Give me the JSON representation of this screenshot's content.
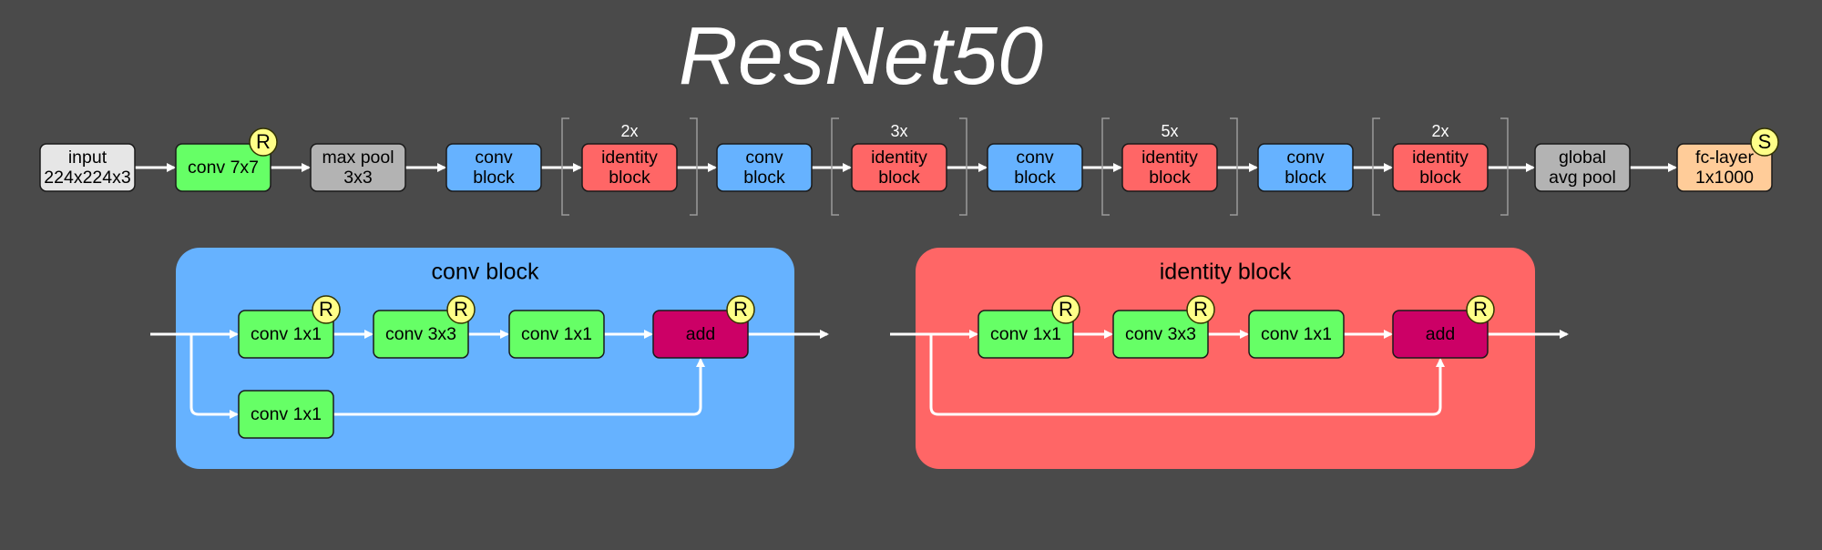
{
  "title": "ResNet50",
  "colors": {
    "background": "#4a4a4a",
    "input": "#e6e6e6",
    "conv": "#66ff66",
    "pool": "#b3b3b3",
    "conv_block": "#66b2ff",
    "identity_block": "#ff6666",
    "fc_layer": "#ffcc99",
    "add": "#cc0066",
    "badge": "#ffff88"
  },
  "main_pipeline": {
    "nodes": [
      {
        "id": "input",
        "lines": [
          "input",
          "224x224x3"
        ],
        "color": "input"
      },
      {
        "id": "conv7x7",
        "lines": [
          "conv 7x7"
        ],
        "color": "conv",
        "badge": "R"
      },
      {
        "id": "maxpool",
        "lines": [
          "max pool",
          "3x3"
        ],
        "color": "pool"
      },
      {
        "id": "convblock1",
        "lines": [
          "conv",
          "block"
        ],
        "color": "conv_block"
      },
      {
        "id": "idblock1",
        "lines": [
          "identity",
          "block"
        ],
        "color": "identity_block",
        "repeat": "2x"
      },
      {
        "id": "convblock2",
        "lines": [
          "conv",
          "block"
        ],
        "color": "conv_block"
      },
      {
        "id": "idblock2",
        "lines": [
          "identity",
          "block"
        ],
        "color": "identity_block",
        "repeat": "3x"
      },
      {
        "id": "convblock3",
        "lines": [
          "conv",
          "block"
        ],
        "color": "conv_block"
      },
      {
        "id": "idblock3",
        "lines": [
          "identity",
          "block"
        ],
        "color": "identity_block",
        "repeat": "5x"
      },
      {
        "id": "convblock4",
        "lines": [
          "conv",
          "block"
        ],
        "color": "conv_block"
      },
      {
        "id": "idblock4",
        "lines": [
          "identity",
          "block"
        ],
        "color": "identity_block",
        "repeat": "2x"
      },
      {
        "id": "gap",
        "lines": [
          "global",
          "avg pool"
        ],
        "color": "pool"
      },
      {
        "id": "fc",
        "lines": [
          "fc-layer",
          "1x1000"
        ],
        "color": "fc_layer",
        "badge": "S"
      }
    ]
  },
  "conv_block_panel": {
    "title": "conv block",
    "main_nodes": [
      {
        "id": "c1",
        "label": "conv 1x1",
        "badge": "R"
      },
      {
        "id": "c2",
        "label": "conv 3x3",
        "badge": "R"
      },
      {
        "id": "c3",
        "label": "conv 1x1"
      },
      {
        "id": "add",
        "label": "add",
        "badge": "R"
      }
    ],
    "shortcut_node": {
      "id": "sc",
      "label": "conv 1x1"
    }
  },
  "identity_block_panel": {
    "title": "identity block",
    "main_nodes": [
      {
        "id": "c1",
        "label": "conv 1x1",
        "badge": "R"
      },
      {
        "id": "c2",
        "label": "conv 3x3",
        "badge": "R"
      },
      {
        "id": "c3",
        "label": "conv 1x1"
      },
      {
        "id": "add",
        "label": "add",
        "badge": "R"
      }
    ]
  }
}
